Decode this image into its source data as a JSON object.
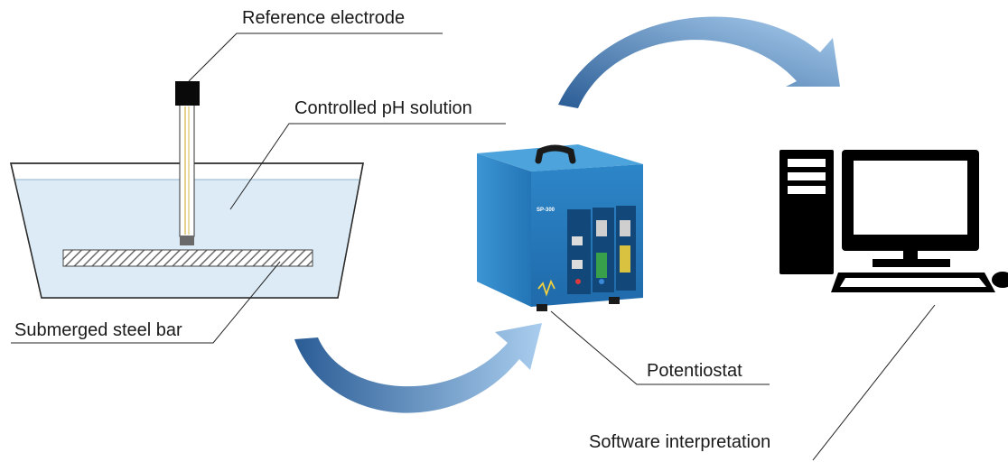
{
  "labels": {
    "reference_electrode": "Reference electrode",
    "controlled_ph_solution": "Controlled pH solution",
    "submerged_steel_bar": "Submerged steel bar",
    "potentiostat": "Potentiostat",
    "software_interpretation": "Software interpretation"
  },
  "device": {
    "model": "SP-300"
  },
  "colors": {
    "solution_fill": "#dcebf5",
    "solution_stroke": "#2b2b2b",
    "arrow_light": "#9fc4e8",
    "arrow_dark": "#2a5c95",
    "potentiostat_body": "#2f86c6",
    "potentiostat_dark": "#1d5c94",
    "computer": "#000000"
  }
}
